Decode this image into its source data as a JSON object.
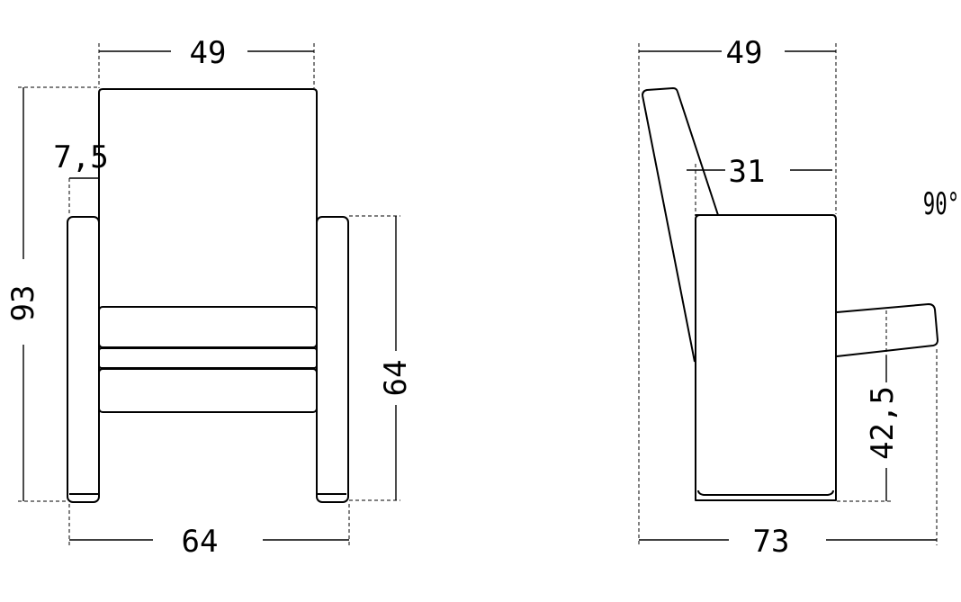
{
  "front_view": {
    "width_top": "49",
    "armrest_offset": "7,5",
    "total_height": "93",
    "armrest_height": "64",
    "total_width": "64"
  },
  "side_view": {
    "width_top": "49",
    "seat_depth": "31",
    "angle": "90°",
    "seat_height": "42,5",
    "total_depth": "73"
  }
}
